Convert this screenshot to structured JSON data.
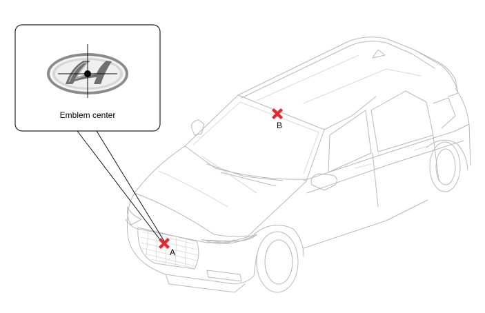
{
  "callout": {
    "label": "Emblem center"
  },
  "points": [
    {
      "id": "A",
      "label": "A"
    },
    {
      "id": "B",
      "label": "B"
    }
  ],
  "colors": {
    "marker": "#e8262b",
    "car_outline": "#b8b8b8",
    "callout_border": "#222222"
  },
  "icons": {
    "marker": "x-mark-icon",
    "emblem": "hyundai-emblem-logo"
  }
}
